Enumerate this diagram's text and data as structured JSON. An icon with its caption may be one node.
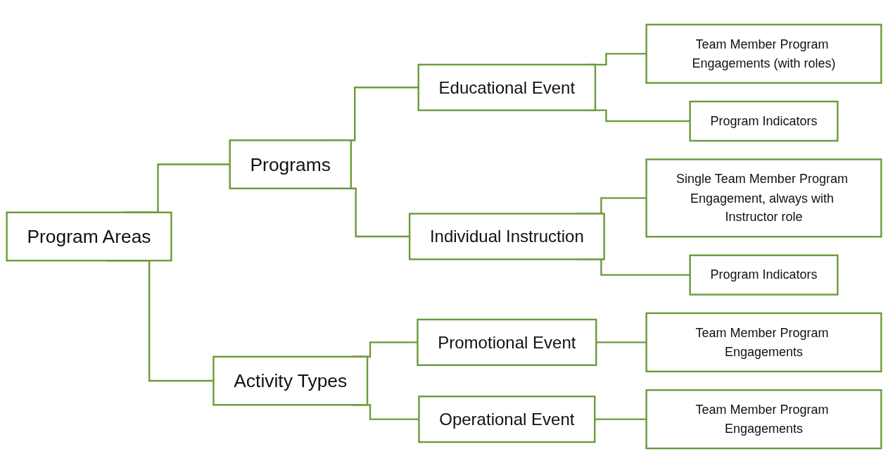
{
  "diagram": {
    "nodes": [
      {
        "text": [
          "Program Areas"
        ]
      },
      {
        "text": [
          "Programs"
        ]
      },
      {
        "text": [
          "Activity Types"
        ]
      },
      {
        "text": [
          "Educational Event"
        ]
      },
      {
        "text": [
          "Individual Instruction"
        ]
      },
      {
        "text": [
          "Promotional Event"
        ]
      },
      {
        "text": [
          "Operational Event"
        ]
      },
      {
        "text": [
          "Team Member Program Engagements (with roles)"
        ]
      },
      {
        "text": [
          "Program Indicators"
        ]
      },
      {
        "text": [
          "Single Team Member Program Engagement, always with Instructor role"
        ]
      },
      {
        "text": [
          "Program Indicators"
        ]
      },
      {
        "text": [
          "Team Member Program Engagements"
        ]
      },
      {
        "text": [
          "Team Member Program Engagements"
        ]
      }
    ],
    "edges": [
      {
        "from": 0,
        "to": 1,
        "arrow": "none"
      },
      {
        "from": 0,
        "to": 2,
        "arrow": "none"
      },
      {
        "from": 1,
        "to": 3,
        "arrow": "none"
      },
      {
        "from": 1,
        "to": 4,
        "arrow": "none"
      },
      {
        "from": 2,
        "to": 5,
        "arrow": "none"
      },
      {
        "from": 2,
        "to": 6,
        "arrow": "none"
      },
      {
        "from": 3,
        "to": 7,
        "arrow": "none"
      },
      {
        "from": 3,
        "to": 8,
        "arrow": "none"
      },
      {
        "from": 4,
        "to": 9,
        "arrow": "none"
      },
      {
        "from": 4,
        "to": 10,
        "arrow": "none"
      },
      {
        "from": 5,
        "to": 11,
        "arrow": "none"
      },
      {
        "from": 6,
        "to": 12,
        "arrow": "none"
      }
    ]
  }
}
